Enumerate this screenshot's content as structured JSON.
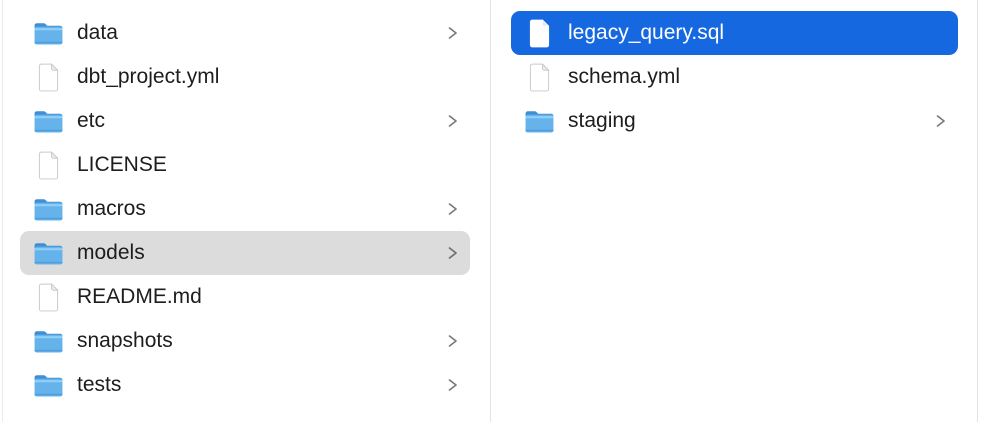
{
  "window": {
    "app": "Finder column view",
    "background": "#ffffff"
  },
  "colors": {
    "window_bg": "#ffffff",
    "selection_active": "#1668e1",
    "selection_inactive": "#dcdcdc",
    "divider": "#e3e3e3",
    "text": "#1d1d1f",
    "text_selected": "#ffffff",
    "chevron": "#7b7b7b",
    "folder_body": "#66b3eb",
    "folder_back": "#3e8ed6"
  },
  "columns": [
    {
      "name": "left",
      "items": [
        {
          "label": "data",
          "type": "folder",
          "chevron": true,
          "selected": null
        },
        {
          "label": "dbt_project.yml",
          "type": "file",
          "chevron": false,
          "selected": null
        },
        {
          "label": "etc",
          "type": "folder",
          "chevron": true,
          "selected": null
        },
        {
          "label": "LICENSE",
          "type": "file",
          "chevron": false,
          "selected": null
        },
        {
          "label": "macros",
          "type": "folder",
          "chevron": true,
          "selected": null
        },
        {
          "label": "models",
          "type": "folder",
          "chevron": true,
          "selected": "inactive"
        },
        {
          "label": "README.md",
          "type": "file",
          "chevron": false,
          "selected": null
        },
        {
          "label": "snapshots",
          "type": "folder",
          "chevron": true,
          "selected": null
        },
        {
          "label": "tests",
          "type": "folder",
          "chevron": true,
          "selected": null
        }
      ]
    },
    {
      "name": "right",
      "items": [
        {
          "label": "legacy_query.sql",
          "type": "file",
          "chevron": false,
          "selected": "active"
        },
        {
          "label": "schema.yml",
          "type": "file",
          "chevron": false,
          "selected": null
        },
        {
          "label": "staging",
          "type": "folder",
          "chevron": true,
          "selected": null
        }
      ]
    }
  ]
}
